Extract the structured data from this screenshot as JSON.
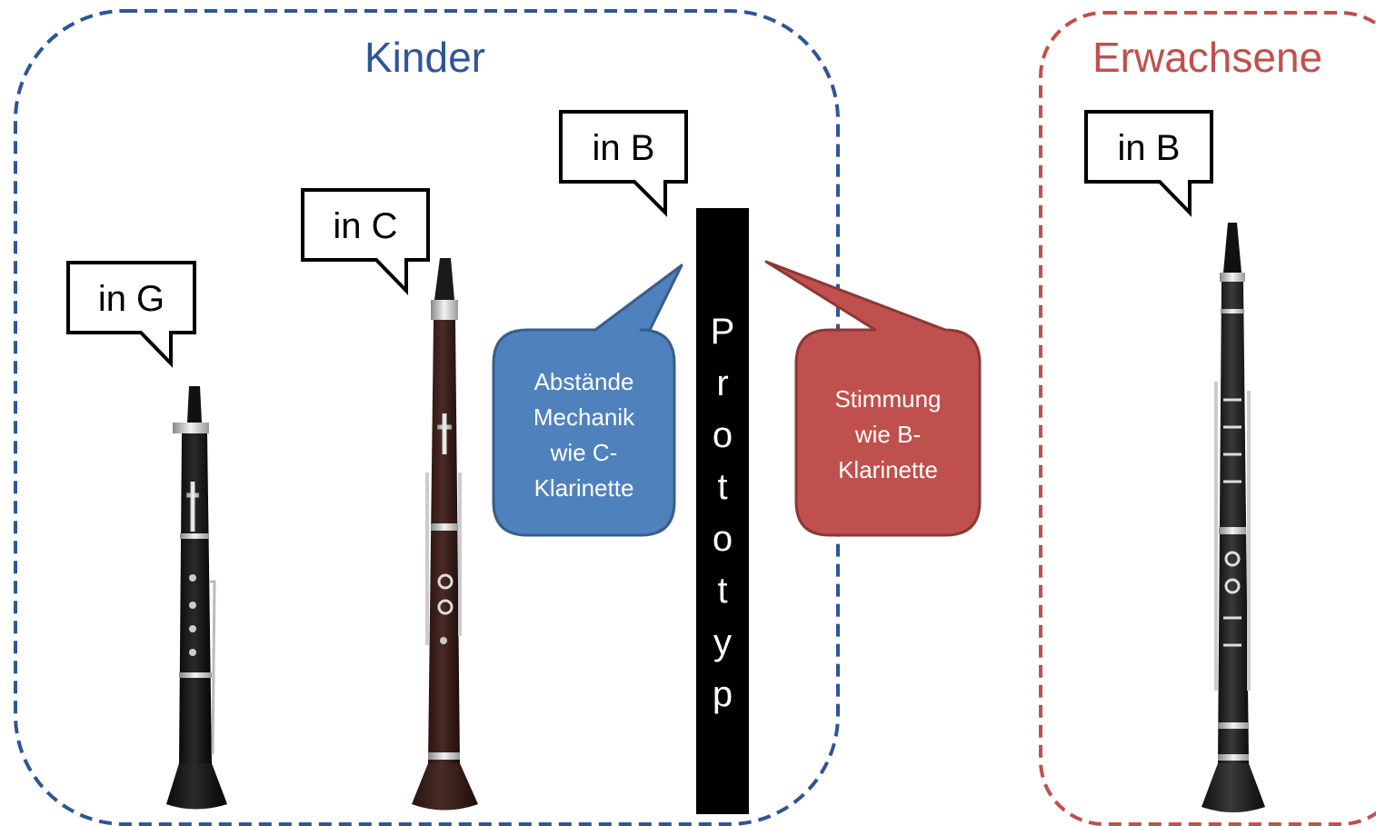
{
  "groups": {
    "children": {
      "title": "Kinder",
      "color": "#2f5597"
    },
    "adults": {
      "title": "Erwachsene",
      "color": "#c0504d"
    }
  },
  "speech_bubbles": {
    "g": "in G",
    "c": "in C",
    "b_child": "in B",
    "b_adult": "in B"
  },
  "prototype": {
    "letters": [
      "P",
      "r",
      "o",
      "t",
      "o",
      "t",
      "y",
      "p"
    ]
  },
  "callouts": {
    "left": {
      "lines": [
        "Abstände",
        "Mechanik",
        "wie C-",
        "Klarinette"
      ],
      "color": "#4f81bd"
    },
    "right": {
      "lines": [
        "Stimmung",
        "wie B-",
        "Klarinette"
      ],
      "color": "#c0504d"
    }
  },
  "clarinets": [
    {
      "name": "G-Klarinette"
    },
    {
      "name": "C-Klarinette"
    },
    {
      "name": "B-Klarinette"
    }
  ]
}
